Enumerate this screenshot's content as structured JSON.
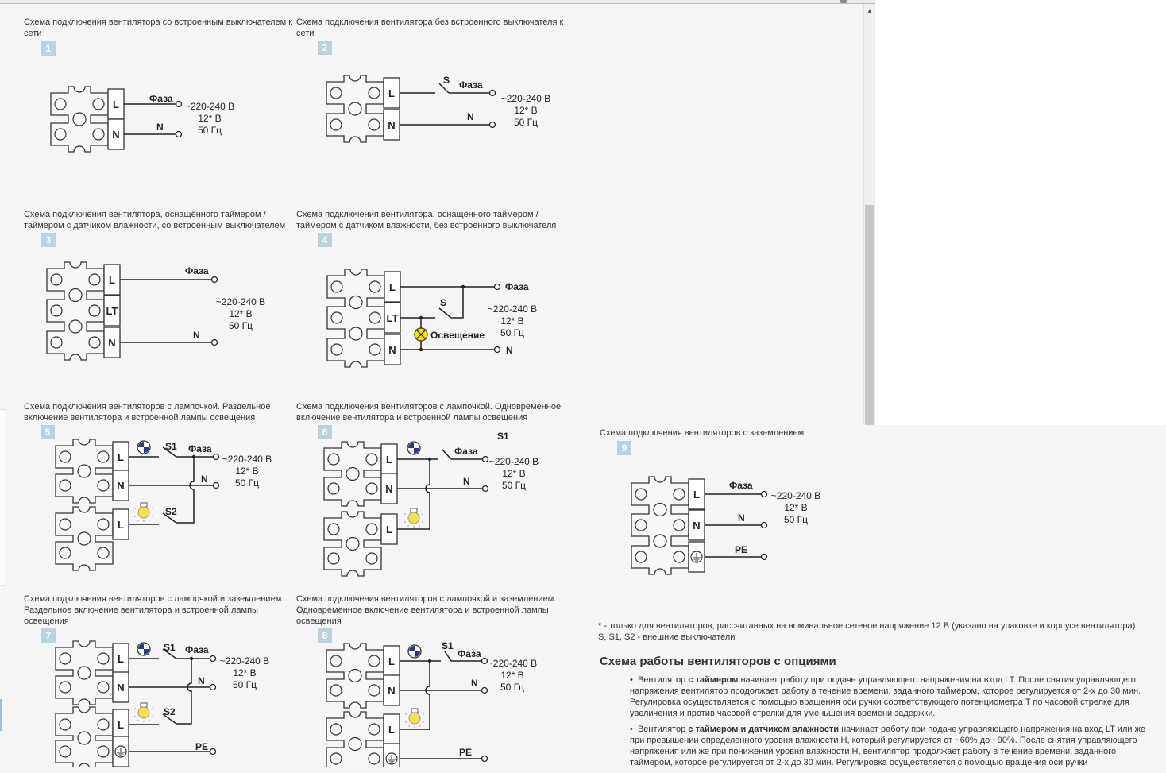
{
  "diagrams": [
    {
      "number": "1",
      "caption": "Схема подключения вентилятора со встроенным выключателем к сети"
    },
    {
      "number": "2",
      "caption": "Схема подключения вентилятора без встроенного выключателя к сети"
    },
    {
      "number": "3",
      "caption": "Схема подключения вентилятора, оснащённого таймером / таймером с датчиком влажности, со встроенным выключателем"
    },
    {
      "number": "4",
      "caption": "Схема подключения вентилятора, оснащённого таймером / таймером с датчиком влажности, без встроенного выключателя"
    },
    {
      "number": "5",
      "caption": "Схема подключения вентиляторов с лампочкой. Раздельное включение вентилятора и встроенной лампы освещения"
    },
    {
      "number": "6",
      "caption": "Схема подключения вентиляторов с лампочкой. Одновременное включение вентилятора и встроенной лампы освещения"
    },
    {
      "number": "7",
      "caption": "Схема подключения вентиляторов с лампочкой и заземлением. Раздельное включение вентилятора и встроенной лампы освещения"
    },
    {
      "number": "8",
      "caption": "Схема подключения вентиляторов с лампочкой и заземлением. Одновременное включение вентилятора и встроенной лампы освещения"
    },
    {
      "number": "9",
      "caption": "Схема подключения вентиляторов с заземлением"
    }
  ],
  "labels": {
    "phase": "Фаза",
    "neutral": "N",
    "pe": "PE",
    "s": "S",
    "s1": "S1",
    "s2": "S2",
    "lighting": "Освещение",
    "term_l": "L",
    "term_n": "N",
    "term_lt": "LT",
    "voltage": [
      "~220-240 В",
      "12* В",
      "50 Гц"
    ]
  },
  "footnote": {
    "line1": "* - только для вентиляторов, рассчитанных на номинальное сетевое напряжение 12 В (указано на упаковке и корпусе вентилятора).",
    "line2": "S, S1, S2 - внешние выключатели"
  },
  "options": {
    "heading": "Схема работы вентиляторов с опциями",
    "bullets": [
      {
        "pre": "Вентилятор ",
        "bold": "с таймером",
        "text": " начинает работу при подаче управляющего напряжения на вход LT. После снятия управляющего напряжения вентилятор продолжает работу в течение времени, заданного таймером, которое регулируется от 2-х до 30 мин. Регулировка осуществляется с помощью вращения оси ручки соответствующего потенциометра T по часовой стрелке для увеличения и против часовой стрелки для уменьшения времени задержки."
      },
      {
        "pre": "Вентилятор ",
        "bold": "с таймером и датчиком влажности",
        "text": " начинает работу при подаче управляющего напряжения на вход LT или же при превышении определенного уровня влажности H, который регулируется от ~60% до ~90%. После снятия управляющего напряжения или же при понижении уровня влажности H, вентилятор продолжает работу в течение времени, заданного таймером, которое регулируется от 2-х до 30 мин. Регулировка осуществляется с помощью вращения оси ручки"
      }
    ]
  },
  "colors": {
    "badge": "#bcd2de",
    "fan_blue": "#2a3590",
    "lamp_yellow": "#f3e34a",
    "background": "#f5f5f5"
  }
}
